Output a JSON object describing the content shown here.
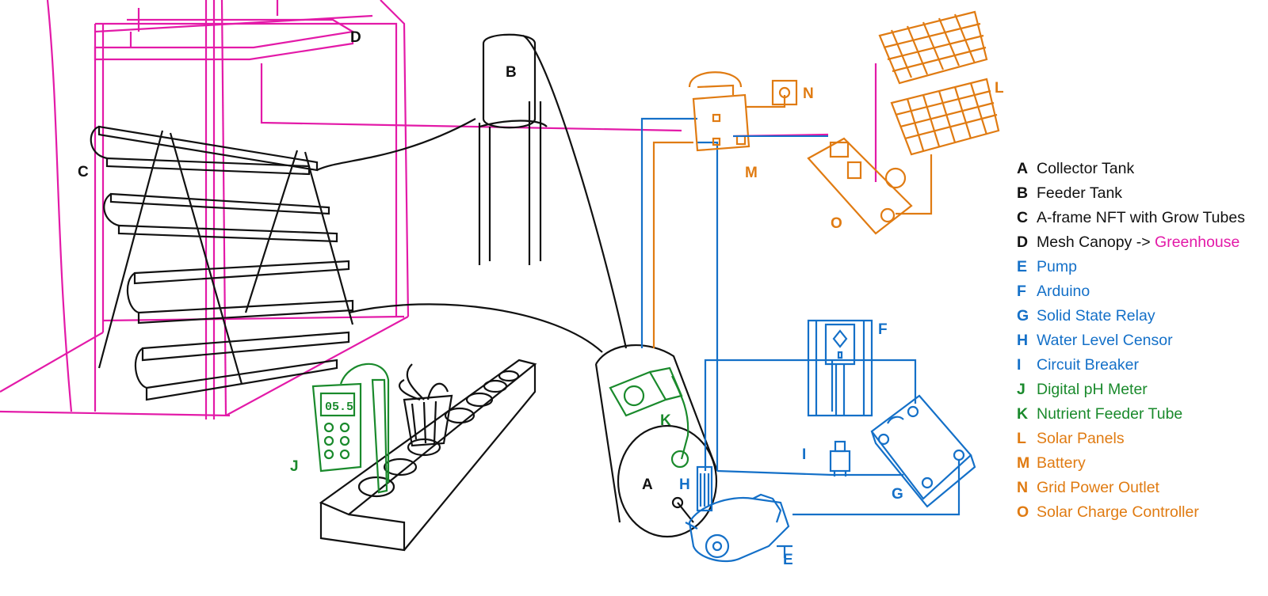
{
  "colors": {
    "black": "#111111",
    "magenta": "#e31aa8",
    "blue": "#1470c8",
    "green": "#1a8a2c",
    "orange": "#e07b12"
  },
  "diagram_labels": {
    "A": "A",
    "B": "B",
    "C": "C",
    "D": "D",
    "E": "E",
    "F": "F",
    "G": "G",
    "H": "H",
    "I": "I",
    "J": "J",
    "K": "K",
    "L": "L",
    "M": "M",
    "N": "N",
    "O": "O"
  },
  "ph_meter_display": "05.5",
  "legend": [
    {
      "letter": "A",
      "text": "Collector Tank",
      "color": "black"
    },
    {
      "letter": "B",
      "text": "Feeder Tank",
      "color": "black"
    },
    {
      "letter": "C",
      "text": "A-frame NFT with Grow Tubes",
      "color": "black"
    },
    {
      "letter": "D",
      "text": "Mesh Canopy ->",
      "suffix": "Greenhouse",
      "color": "black",
      "suffix_color": "magenta"
    },
    {
      "letter": "E",
      "text": "Pump",
      "color": "blue"
    },
    {
      "letter": "F",
      "text": "Arduino",
      "color": "blue"
    },
    {
      "letter": "G",
      "text": "Solid State Relay",
      "color": "blue"
    },
    {
      "letter": "H",
      "text": "Water Level Censor",
      "color": "blue"
    },
    {
      "letter": "I",
      "text": "Circuit Breaker",
      "color": "blue"
    },
    {
      "letter": "J",
      "text": "Digital pH Meter",
      "color": "green"
    },
    {
      "letter": "K",
      "text": "Nutrient Feeder Tube",
      "color": "green"
    },
    {
      "letter": "L",
      "text": "Solar Panels",
      "color": "orange"
    },
    {
      "letter": "M",
      "text": "Battery",
      "color": "orange"
    },
    {
      "letter": "N",
      "text": "Grid Power Outlet",
      "color": "orange"
    },
    {
      "letter": "O",
      "text": "Solar Charge Controller",
      "color": "orange"
    }
  ]
}
